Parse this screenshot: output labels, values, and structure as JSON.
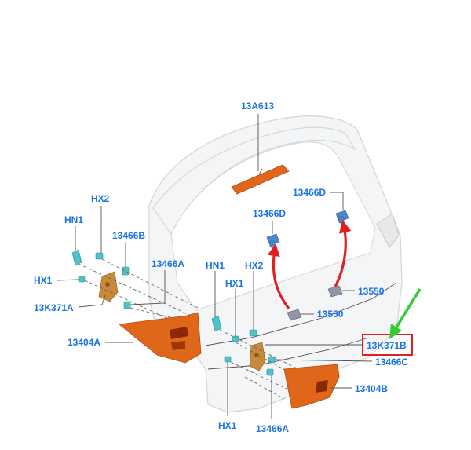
{
  "labels": {
    "part_13A613": "13A613",
    "part_13466D_top": "13466D",
    "part_13466D_mid": "13466D",
    "part_HX2_left": "HX2",
    "part_HN1_left": "HN1",
    "part_13466B": "13466B",
    "part_13466A_left": "13466A",
    "part_HX1_left": "HX1",
    "part_13K371A": "13K371A",
    "part_13404A": "13404A",
    "part_HN1_center": "HN1",
    "part_HX2_center": "HX2",
    "part_HX1_center": "HX1",
    "part_13550_right": "13550",
    "part_13550_center": "13550",
    "part_13K371B": "13K371B",
    "part_13466C": "13466C",
    "part_13404B": "13404B",
    "part_HX1_bottom": "HX1",
    "part_13466A_bottom": "13466A"
  },
  "colors": {
    "label_blue": "#1a73e8",
    "highlight_box": "#e02020",
    "pointer_arrow_green": "#33cc33",
    "pointer_arrow_red": "#e02020",
    "lamp_orange": "#e0661a"
  },
  "icons": {
    "highlight": "red-highlight-box",
    "pointer": "green-arrow-icon",
    "route_arrows": "red-curved-arrow-icon"
  }
}
